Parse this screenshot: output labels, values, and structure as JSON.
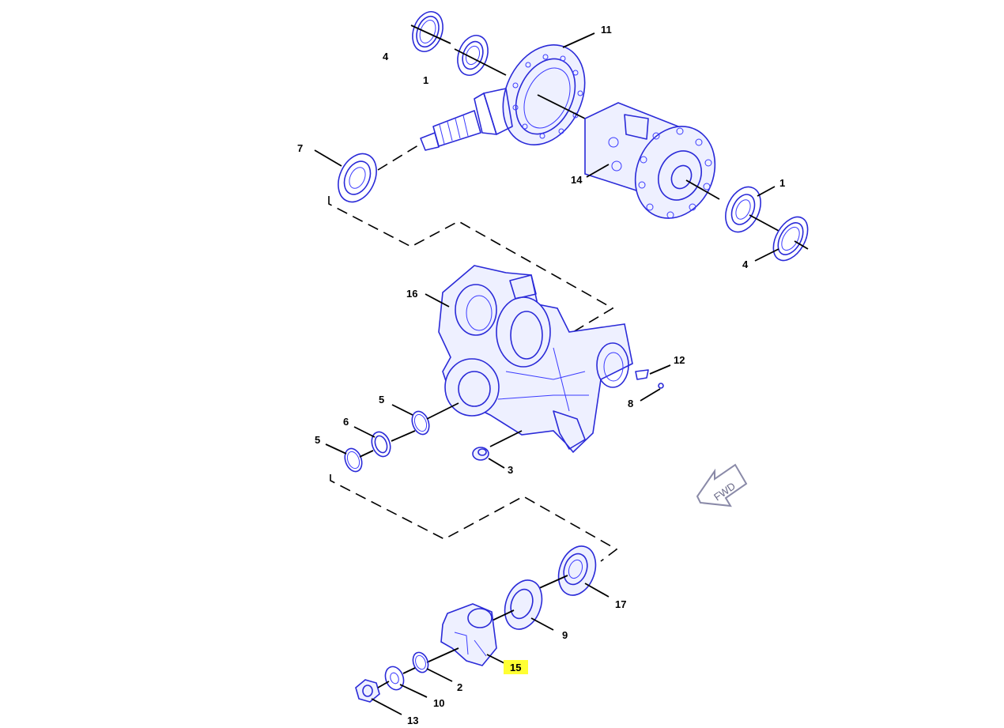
{
  "diagram": {
    "callouts": [
      {
        "id": "c4a",
        "label": "4"
      },
      {
        "id": "c1a",
        "label": "1"
      },
      {
        "id": "c11",
        "label": "11"
      },
      {
        "id": "c7",
        "label": "7"
      },
      {
        "id": "c14",
        "label": "14"
      },
      {
        "id": "c1b",
        "label": "1"
      },
      {
        "id": "c4b",
        "label": "4"
      },
      {
        "id": "c16",
        "label": "16"
      },
      {
        "id": "c12",
        "label": "12"
      },
      {
        "id": "c8",
        "label": "8"
      },
      {
        "id": "c5a",
        "label": "5"
      },
      {
        "id": "c6",
        "label": "6"
      },
      {
        "id": "c5b",
        "label": "5"
      },
      {
        "id": "c3",
        "label": "3"
      },
      {
        "id": "c17",
        "label": "17"
      },
      {
        "id": "c9",
        "label": "9"
      },
      {
        "id": "c15",
        "label": "15"
      },
      {
        "id": "c2",
        "label": "2"
      },
      {
        "id": "c10",
        "label": "10"
      },
      {
        "id": "c13",
        "label": "13"
      }
    ],
    "highlighted_callout": "15",
    "direction_arrow": {
      "label": "FWD"
    },
    "colors": {
      "line_art": "#2a2ad8",
      "highlight": "#ffff33",
      "leader": "#000000"
    }
  }
}
